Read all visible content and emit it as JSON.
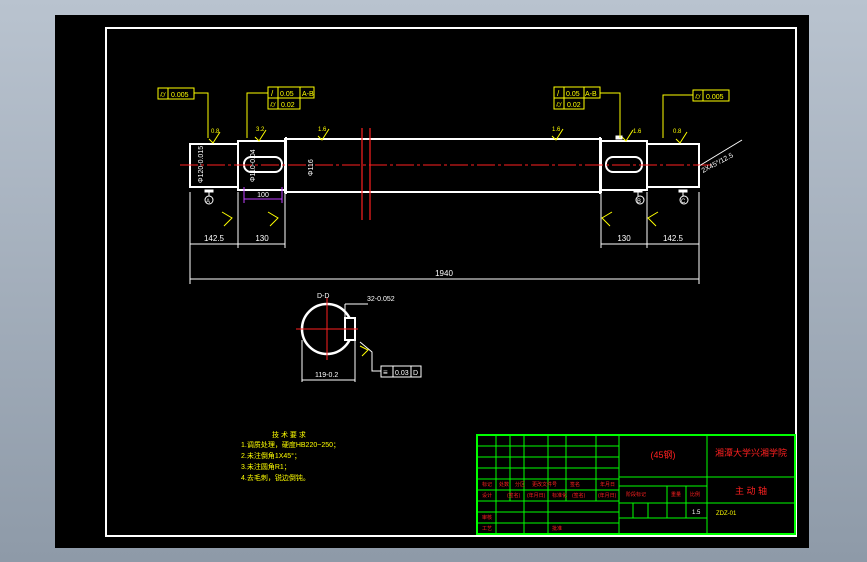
{
  "colors": {
    "viewport_bg": "#b9c3cf",
    "sheet": "#000000",
    "border": "#ffffff",
    "dim": "#ffffff",
    "annotation": "#ffff00",
    "center_line": "#ff2020",
    "title_grid": "#00ff00",
    "title_text": "#ff2020",
    "highlight": "#c040ff"
  },
  "gdt": [
    {
      "sym": "⌭",
      "val": "0.005"
    },
    {
      "sym": "/",
      "val": "0.05",
      "ref": "A-B"
    },
    {
      "sym": "⌭",
      "val": "0.02"
    },
    {
      "sym": "/",
      "val": "0.05",
      "ref": "A-B"
    },
    {
      "sym": "⌭",
      "val": "0.02"
    },
    {
      "sym": "⌭",
      "val": "0.005"
    }
  ],
  "roughness": [
    "0.8",
    "3.2",
    "1.6",
    "1.6",
    "1.6",
    "0.8"
  ],
  "dimensions": {
    "overall": "1940",
    "left_end": "142.5",
    "left_journal": "130",
    "right_journal": "130",
    "right_end": "142.5",
    "keyway_len": "100",
    "chamfer": "2X45°/12.5",
    "dia_left": "Φ120-0.015",
    "dia_key": "Φ110-0.04",
    "dia_mid": "Φ116"
  },
  "section": {
    "label": "D-D",
    "width": "32-0.052",
    "depth": "119-0.2",
    "sym_tol": "0.03",
    "sym_ref": "D"
  },
  "datum": [
    "A",
    "B",
    "C",
    "D"
  ],
  "notes": {
    "title": "技 术 要 求",
    "items": [
      "1.调质处理，硬度HB220~250；",
      "2.未注倒角1X45°；",
      "3.未注圆角R1；",
      "4.去毛刺，锐边倒钝。"
    ]
  },
  "title_block": {
    "material": "(45钢)",
    "school": "湘潭大学兴湘学院",
    "part": "主 动 轴",
    "scale": "1.5",
    "drawing_no": "ZDZ-01",
    "row_labels": [
      "标记",
      "处数",
      "分区",
      "更改文件号",
      "签名",
      "年月日"
    ],
    "row_labels2": [
      "设计",
      "(签名)",
      "(年月日)",
      "标准化",
      "(签名)",
      "(年月日)"
    ],
    "stage_labels": [
      "阶段标记",
      "重量",
      "比例"
    ],
    "review": "审核",
    "process": "工艺",
    "approve": "批准"
  }
}
